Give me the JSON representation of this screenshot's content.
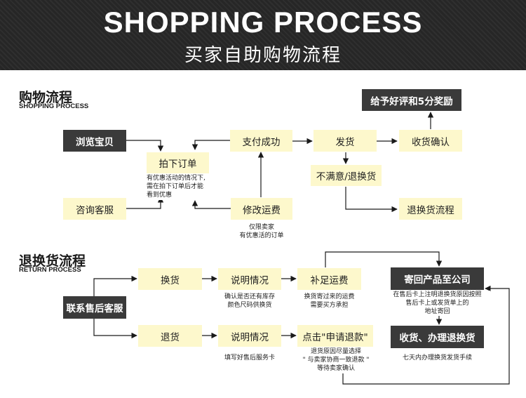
{
  "banner": {
    "title": "SHOPPING PROCESS",
    "subtitle": "买家自助购物流程"
  },
  "shopping": {
    "title": "购物流程",
    "subtitle": "SHOPPING PROCESS",
    "browse": "浏览宝贝",
    "order": "拍下订单",
    "order_note": "有优惠活动的情况下,\n需在拍下订单后才能\n看到优惠",
    "consult": "咨询客服",
    "pay": "支付成功",
    "modify": "修改运费",
    "modify_note": "仅限卖家\n有优惠活的订单",
    "ship": "发货",
    "confirm": "收货确认",
    "reward": "给予好评和5分奖励",
    "unhappy": "不满意/退换货",
    "return_flow": "退换货流程"
  },
  "returns": {
    "title": "退换货流程",
    "subtitle": "RETURN PROCESS",
    "contact": "联系售后客服",
    "exchange": "换货",
    "explain1": "说明情况",
    "explain1_note": "确认是否还有库存\n颜色尺码供换货",
    "freight": "补足运费",
    "freight_note": "换货寄过来的运费\n需要买方承担",
    "send_back": "寄回产品至公司",
    "send_back_note": "在售后卡上注明退换货原因按照\n售后卡上或发货单上的\n地址寄回",
    "refund": "退货",
    "explain2": "说明情况",
    "explain2_note": "填写好售后服务卡",
    "apply": "点击\"申请退款\"",
    "apply_note": "退货原因尽量选择\n\" 与卖家协商一致退款 \"\n等待卖家确认",
    "handle": "收货、办理退换货",
    "handle_note": "七天内办理换货发货手续"
  }
}
